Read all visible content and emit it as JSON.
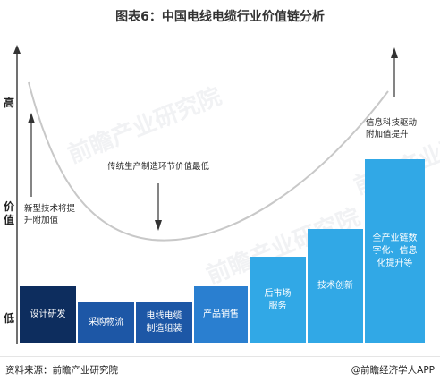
{
  "title": "图表6：中国电线电缆行业价值链分析",
  "y_axis": {
    "high": "高",
    "value": "价值",
    "low": "低"
  },
  "annotations": {
    "left": "新型技术将提\n升附加值",
    "middle": "传统生产制造环节价值最低",
    "right": "信息科技驱动\n附加值提升"
  },
  "stages": [
    {
      "label": "设计研发",
      "color": "#0d2d5e"
    },
    {
      "label": "采购物流",
      "color": "#1d57a6"
    },
    {
      "label": "电线电缆\n制造组装",
      "color": "#1d57a6"
    },
    {
      "label": "产品销售",
      "color": "#2a7fd0"
    },
    {
      "label": "后市场\n服务",
      "color": "#31a8e6"
    },
    {
      "label": "技术创新",
      "color": "#31a8e6"
    },
    {
      "label": "全产业链数\n字化、信息\n化提升等",
      "color": "#31a8e6"
    }
  ],
  "watermark": "前瞻产业研究院",
  "footer": {
    "source": "资料来源：前瞻产业研究院",
    "brand": "@前瞻经济学人APP"
  }
}
